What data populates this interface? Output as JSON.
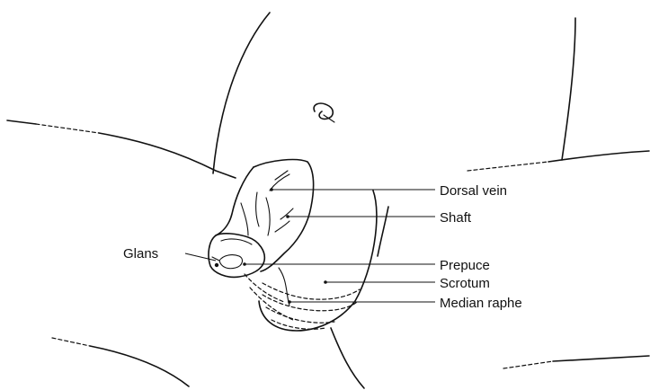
{
  "labels": {
    "glans": "Glans",
    "dorsal_vein": "Dorsal vein",
    "shaft": "Shaft",
    "prepuce": "Prepuce",
    "scrotum": "Scrotum",
    "median_raphe": "Median raphe"
  }
}
